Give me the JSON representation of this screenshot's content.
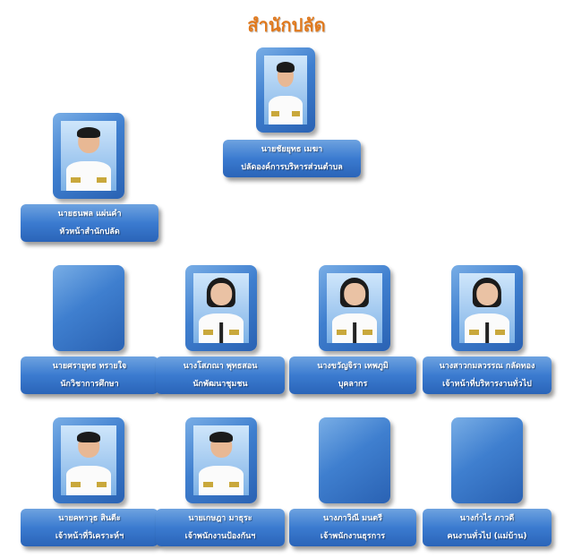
{
  "title": "สำนักปลัด",
  "nodes": [
    {
      "name": "นายชัยยุทธ เมฆา",
      "position": "ปลัดองค์การบริหารส่วนตำบล",
      "photo": "male"
    },
    {
      "name": "นายธนพล แผ่นคำ",
      "position": "หัวหน้าสำนักปลัด",
      "photo": "male"
    },
    {
      "name": "นายศรายุทธ ทรายใจ",
      "position": "นักวิชาการศึกษา",
      "photo": "none"
    },
    {
      "name": "นางโสภณา พุทธสอน",
      "position": "นักพัฒนาชุมชน",
      "photo": "female"
    },
    {
      "name": "นางขวัญจิรา เทพภูมิ",
      "position": "บุคลากร",
      "photo": "female"
    },
    {
      "name": "นางสาวกมลวรรณ กลัดทอง",
      "position": "เจ้าหน้าที่บริหารงานทั่วไป",
      "photo": "female"
    },
    {
      "name": "นายคทาวุธ สินตีะ",
      "position": "เจ้าหน้าที่วิเคราะห์ฯ",
      "photo": "male"
    },
    {
      "name": "นายเกษฎา มาธุระ",
      "position": "เจ้าพนักงานป้องกันฯ",
      "photo": "male"
    },
    {
      "name": "นางภาวิณี มนตรี",
      "position": "เจ้าพนักงานธุรการ",
      "photo": "none"
    },
    {
      "name": "นางกำไร ภาวดี",
      "position": "คนงานทั่วไป (แม่บ้าน)",
      "photo": "none"
    }
  ]
}
